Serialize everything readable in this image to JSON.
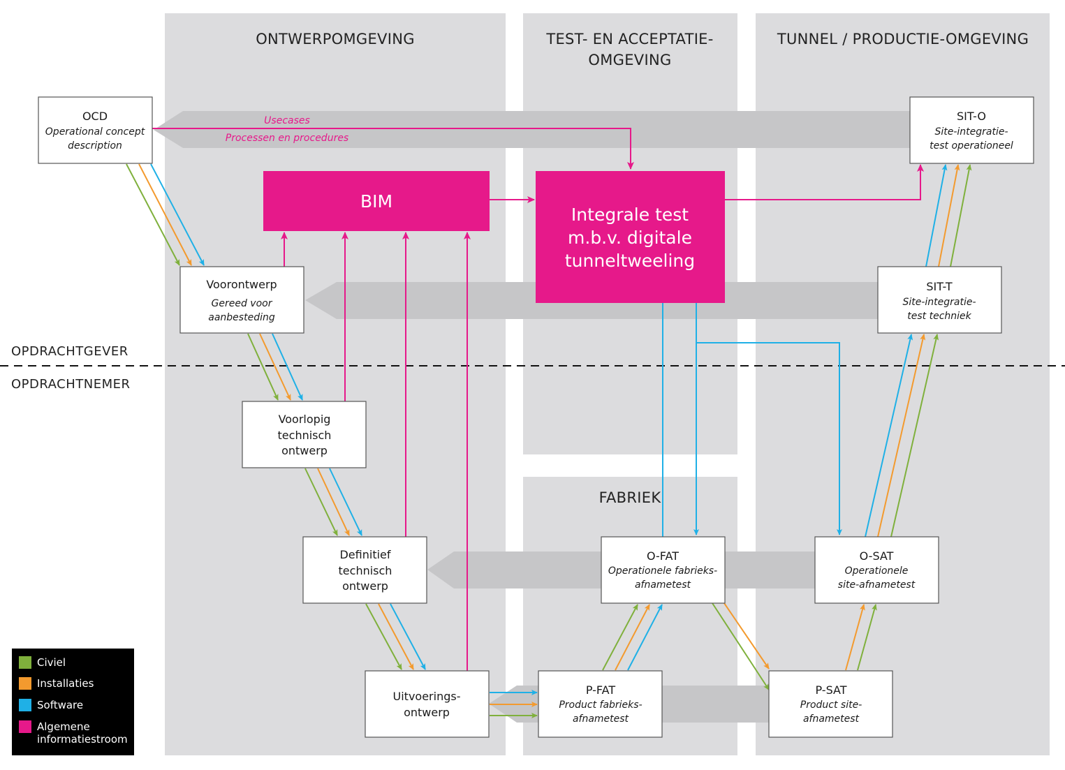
{
  "colors": {
    "civiel": "#7fb03c",
    "installaties": "#f39a2e",
    "software": "#1fb0e6",
    "algemeen": "#e6198a",
    "zone_bg": "#dcdcde",
    "band": "#c6c6c8",
    "legend_bg": "#000000"
  },
  "zones": {
    "ontwerp": "ONTWERPOMGEVING",
    "test": [
      "TEST- EN ACCEPTATIE-",
      "OMGEVING"
    ],
    "tunnel": "TUNNEL / PRODUCTIE-OMGEVING",
    "fabriek": "FABRIEK"
  },
  "roles": {
    "upper": "OPDRACHTGEVER",
    "lower": "OPDRACHTNEMER"
  },
  "flow_labels": {
    "usecases": "Usecases",
    "processen": "Processen en procedures"
  },
  "boxes": {
    "ocd": {
      "title": "OCD",
      "sub": [
        "Operational concept",
        "description"
      ]
    },
    "sito": {
      "title": "SIT-O",
      "sub": [
        "Site-integratie-",
        "test operationeel"
      ]
    },
    "voorontwerp": {
      "title": "Voorontwerp",
      "sub": [
        "Gereed voor",
        "aanbesteding"
      ]
    },
    "sitt": {
      "title": "SIT-T",
      "sub": [
        "Site-integratie-",
        "test techniek"
      ]
    },
    "vto": {
      "title": [
        "Voorlopig",
        "technisch",
        "ontwerp"
      ]
    },
    "dto": {
      "title": [
        "Definitief",
        "technisch",
        "ontwerp"
      ]
    },
    "ofat": {
      "title": "O-FAT",
      "sub": [
        "Operationele fabrieks-",
        "afnametest"
      ]
    },
    "osat": {
      "title": "O-SAT",
      "sub": [
        "Operationele",
        "site-afnametest"
      ]
    },
    "uo": {
      "title": [
        "Uitvoerings-",
        "ontwerp"
      ]
    },
    "pfat": {
      "title": "P-FAT",
      "sub": [
        "Product fabrieks-",
        "afnametest"
      ]
    },
    "psat": {
      "title": "P-SAT",
      "sub": [
        "Product site-",
        "afnametest"
      ]
    }
  },
  "pink_boxes": {
    "bim": [
      "BIM"
    ],
    "integrale": [
      "Integrale test",
      "m.b.v. digitale",
      "tunneltweeling"
    ]
  },
  "legend": [
    {
      "label": [
        "Civiel"
      ],
      "color": "#7fb03c"
    },
    {
      "label": [
        "Installaties"
      ],
      "color": "#f39a2e"
    },
    {
      "label": [
        "Software"
      ],
      "color": "#1fb0e6"
    },
    {
      "label": [
        "Algemene",
        "informatiestroom"
      ],
      "color": "#e6198a"
    }
  ]
}
